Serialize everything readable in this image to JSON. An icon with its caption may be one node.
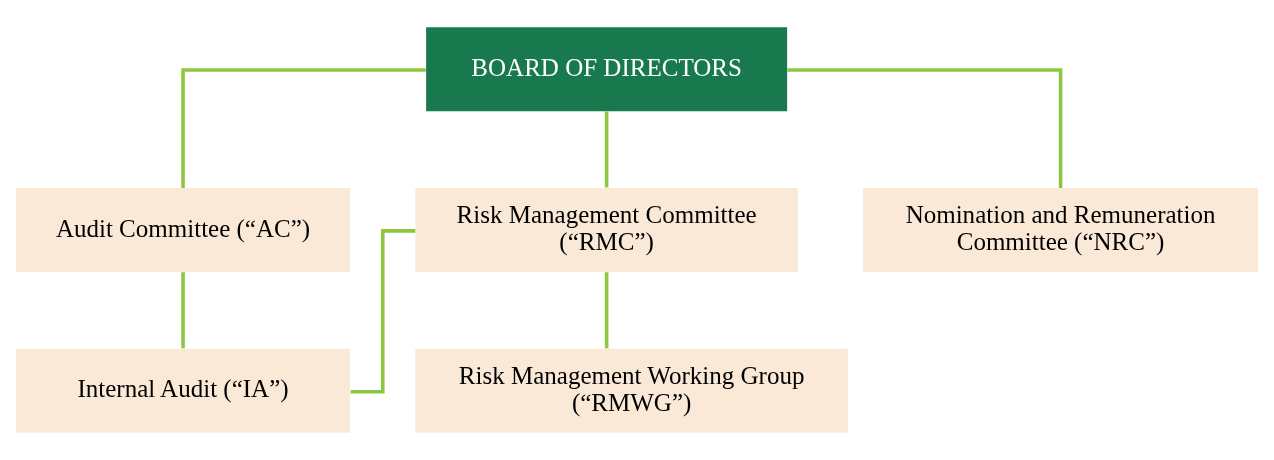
{
  "diagram": {
    "nodes": [
      {
        "text": [
          "BOARD OF DIRECTORS"
        ]
      },
      {
        "text": [
          "Audit Committee (“AC”)"
        ]
      },
      {
        "text": [
          "Risk Management Committee (“RMC”)"
        ]
      },
      {
        "text": [
          "Nomination and Remuneration Committee (“NRC”)"
        ]
      },
      {
        "text": [
          "Internal Audit (“IA”)"
        ]
      },
      {
        "text": [
          "Risk Management Working Group (“RMWG”)"
        ]
      }
    ],
    "edges": [
      {
        "from": 0,
        "to": 1,
        "arrow": "none"
      },
      {
        "from": 0,
        "to": 2,
        "arrow": "none"
      },
      {
        "from": 0,
        "to": 3,
        "arrow": "none"
      },
      {
        "from": 1,
        "to": 4,
        "arrow": "none"
      },
      {
        "from": 2,
        "to": 4,
        "arrow": "none"
      },
      {
        "from": 2,
        "to": 5,
        "arrow": "none"
      }
    ]
  }
}
